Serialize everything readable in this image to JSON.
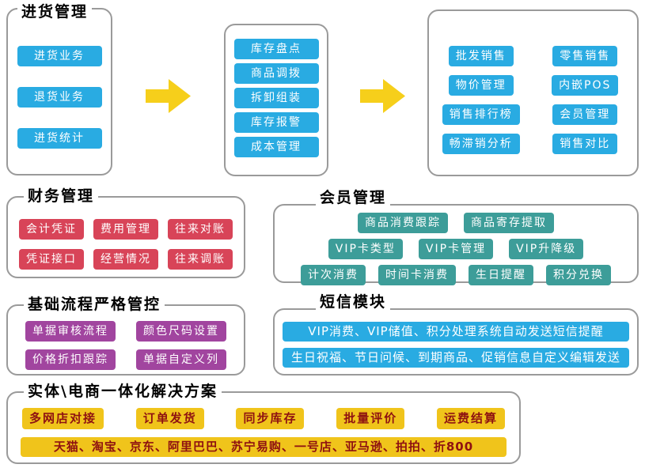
{
  "purchase": {
    "title": "进货管理",
    "items": [
      "进货业务",
      "退货业务",
      "进货统计"
    ]
  },
  "inventory": {
    "items": [
      "库存盘点",
      "商品调拨",
      "拆卸组装",
      "库存报警",
      "成本管理"
    ]
  },
  "sales": {
    "items": [
      "批发销售",
      "零售销售",
      "物价管理",
      "内嵌POS",
      "销售排行榜",
      "会员管理",
      "畅滞销分析",
      "销售对比"
    ]
  },
  "finance": {
    "title": "财务管理",
    "items": [
      "会计凭证",
      "费用管理",
      "往来对账",
      "凭证接口",
      "经营情况",
      "往来调账"
    ]
  },
  "member": {
    "title": "会员管理",
    "rows": [
      [
        "商品消费跟踪",
        "商品寄存提取"
      ],
      [
        "VIP卡类型",
        "VIP卡管理",
        "VIP升降级"
      ],
      [
        "计次消费",
        "时间卡消费",
        "生日提醒",
        "积分兑换"
      ]
    ]
  },
  "process": {
    "title": "基础流程严格管控",
    "items": [
      "单据审核流程",
      "颜色尺码设置",
      "价格折扣跟踪",
      "单据自定义列"
    ]
  },
  "sms": {
    "title": "短信模块",
    "lines": [
      "VIP消费、VIP储值、积分处理系统自动发送短信提醒",
      "生日祝福、节日问候、到期商品、促销信息自定义编辑发送"
    ]
  },
  "ecommerce": {
    "title": "实体\\电商一体化解决方案",
    "items": [
      "多网店对接",
      "订单发货",
      "同步库存",
      "批量评价",
      "运费结算"
    ],
    "platforms": "天猫、淘宝、京东、阿里巴巴、苏宁易购、一号店、亚马逊、拍拍、折800"
  },
  "colors": {
    "chip_blue": "#29abe2",
    "chip_red": "#d84458",
    "chip_teal": "#3d9d99",
    "chip_purple": "#a1459f",
    "chip_gold": "#f0c41b",
    "gold_text": "#8e1111",
    "arrow": "#f6cf1b",
    "panel_border": "#9a9a9a"
  }
}
